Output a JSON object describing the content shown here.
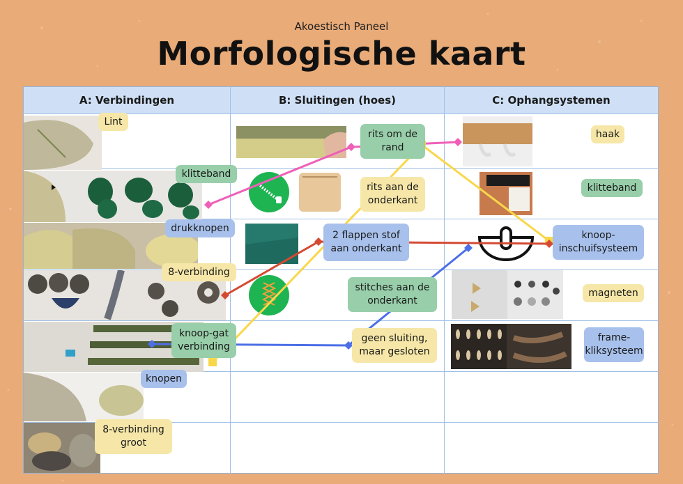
{
  "subtitle": "Akoestisch Paneel",
  "title": "Morfologische kaart",
  "colors": {
    "background": "#e9ab78",
    "header_fill": "#cfe0f6",
    "grid_line": "#9fc0e6",
    "tag_yellow": "#f6e7a8",
    "tag_green": "#98cfaa",
    "tag_blue": "#a8c1ec",
    "link_pink": "#ef5fb8",
    "link_yellow": "#f9d74a",
    "link_red": "#d44a32",
    "link_blue": "#4c6fe6"
  },
  "columns": [
    {
      "id": "A",
      "label": "A: Verbindingen"
    },
    {
      "id": "B",
      "label": "B: Sluitingen (hoes)"
    },
    {
      "id": "C",
      "label": "C: Ophangsystemen"
    }
  ],
  "options": {
    "A": [
      {
        "id": "lint",
        "label": "Lint",
        "color": "yellow"
      },
      {
        "id": "klitteband_a",
        "label": "klitteband",
        "color": "green"
      },
      {
        "id": "drukknopen",
        "label": "drukknopen",
        "color": "blue"
      },
      {
        "id": "acht_verbinding",
        "label": "8-verbinding",
        "color": "yellow"
      },
      {
        "id": "knoopgat",
        "label": "knoop-gat\nverbinding",
        "color": "green"
      },
      {
        "id": "knopen",
        "label": "knopen",
        "color": "blue"
      },
      {
        "id": "acht_groot",
        "label": "8-verbinding\ngroot",
        "color": "yellow"
      }
    ],
    "B": [
      {
        "id": "rits_rand",
        "label": "rits om de\nrand",
        "color": "green"
      },
      {
        "id": "rits_onderkant",
        "label": "rits aan de\nonderkant",
        "color": "yellow"
      },
      {
        "id": "flappen",
        "label": "2 flappen stof\naan onderkant",
        "color": "blue"
      },
      {
        "id": "stitches",
        "label": "stitches aan de\nonderkant",
        "color": "green"
      },
      {
        "id": "geen_sluiting",
        "label": "geen sluiting,\nmaar gesloten",
        "color": "yellow"
      }
    ],
    "C": [
      {
        "id": "haak",
        "label": "haak",
        "color": "yellow"
      },
      {
        "id": "klitteband_c",
        "label": "klitteband",
        "color": "green"
      },
      {
        "id": "knoop_inschuif",
        "label": "knoop-\ninschuifsysteem",
        "color": "blue"
      },
      {
        "id": "magneten",
        "label": "magneten",
        "color": "yellow"
      },
      {
        "id": "frame",
        "label": "frame-\nkliksysteem",
        "color": "blue"
      }
    ]
  },
  "concepts": [
    {
      "color": "pink",
      "path": [
        "klitteband_a",
        "rits_rand",
        "haak"
      ]
    },
    {
      "color": "yellow",
      "path": [
        "knoopgat",
        "rits_rand",
        "knoop_inschuif"
      ]
    },
    {
      "color": "red",
      "path": [
        "acht_verbinding",
        "flappen",
        "knoop_inschuif"
      ]
    },
    {
      "color": "blue",
      "path": [
        "knoopgat",
        "geen_sluiting",
        "knoop_inschuif"
      ]
    }
  ]
}
